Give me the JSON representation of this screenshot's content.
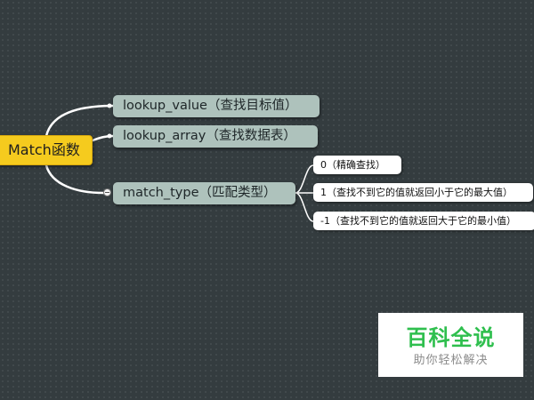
{
  "root": {
    "label": "Match函数"
  },
  "branches": [
    {
      "label": "lookup_value（查找目标值）"
    },
    {
      "label": "lookup_array（查找数据表）"
    },
    {
      "label": "match_type（匹配类型）"
    }
  ],
  "match_type_options": [
    {
      "label": "0（精确查找）"
    },
    {
      "label": "1（查找不到它的值就返回小于它的最大值）"
    },
    {
      "label": "-1（查找不到它的值就返回大于它的最小值）"
    }
  ],
  "watermark": {
    "title": "百科全说",
    "subtitle": "助你轻松解决"
  },
  "colors": {
    "background": "#343c3f",
    "root_fill": "#f5cb1e",
    "branch_fill": "#aec2bc",
    "leaf_fill": "#ffffff",
    "connector": "#ffffff",
    "watermark_title": "#2fbf4e"
  }
}
